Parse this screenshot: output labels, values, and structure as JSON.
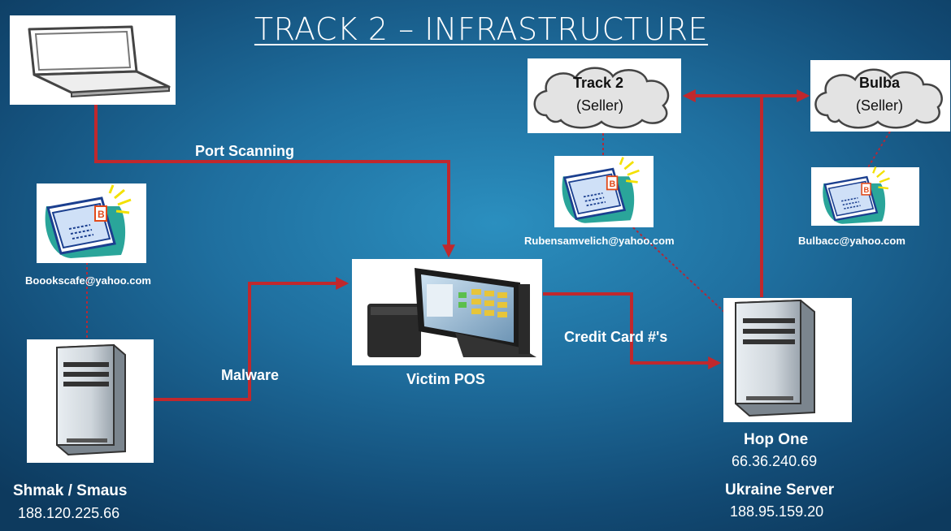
{
  "title": "TRACK 2 – INFRASTRUCTURE",
  "edges": {
    "port_scanning": "Port Scanning",
    "malware": "Malware",
    "credit_cards": "Credit Card #'s"
  },
  "nodes": {
    "laptop": {
      "icon": "laptop-icon"
    },
    "victim_pos": {
      "label": "Victim POS",
      "icon": "pos-terminal-icon"
    },
    "shmak": {
      "name": "Shmak / Smaus",
      "ip": "188.120.225.66",
      "icon": "server-tower-icon"
    },
    "hop_one": {
      "name": "Hop One",
      "ip": "66.36.240.69",
      "sub_name": "Ukraine Server",
      "sub_ip": "188.95.159.20",
      "icon": "server-tower-icon"
    },
    "track2": {
      "name": "Track 2",
      "role": "(Seller)",
      "icon": "cloud-icon"
    },
    "bulba": {
      "name": "Bulba",
      "role": "(Seller)",
      "icon": "cloud-icon"
    }
  },
  "emails": {
    "boookscafe": "Boookscafe@yahoo.com",
    "rubensamvelich": "Rubensamvelich@yahoo.com",
    "bulbacc": "Bulbacc@yahoo.com"
  },
  "colors": {
    "arrow": "#c0282d",
    "dotted": "#b02a3a",
    "background": "#1f6f9f"
  }
}
